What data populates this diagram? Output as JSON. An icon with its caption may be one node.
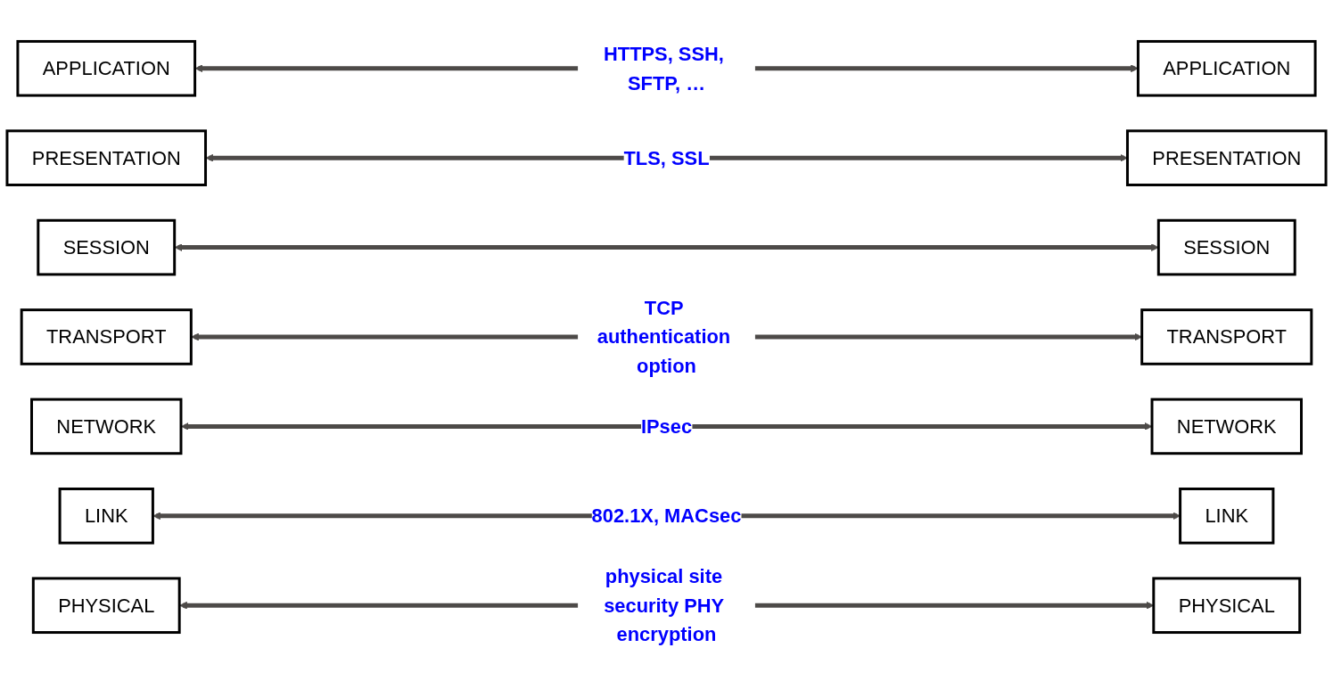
{
  "diagram": {
    "nodes": [
      {
        "text": [
          "APPLICATION"
        ]
      },
      {
        "text": [
          "PRESENTATION"
        ]
      },
      {
        "text": [
          "SESSION"
        ]
      },
      {
        "text": [
          "TRANSPORT"
        ]
      },
      {
        "text": [
          "NETWORK"
        ]
      },
      {
        "text": [
          "LINK"
        ]
      },
      {
        "text": [
          "PHYSICAL"
        ]
      },
      {
        "text": [
          "APPLICATION"
        ]
      },
      {
        "text": [
          "PRESENTATION"
        ]
      },
      {
        "text": [
          "SESSION"
        ]
      },
      {
        "text": [
          "TRANSPORT"
        ]
      },
      {
        "text": [
          "NETWORK"
        ]
      },
      {
        "text": [
          "LINK"
        ]
      },
      {
        "text": [
          "PHYSICAL"
        ]
      }
    ],
    "edges": [
      {
        "from": 0,
        "to": 7,
        "arrow": "both",
        "label": "HTTPS, SSH, SFTP, …"
      },
      {
        "from": 1,
        "to": 8,
        "arrow": "both",
        "label": "TLS, SSL"
      },
      {
        "from": 2,
        "to": 9,
        "arrow": "both"
      },
      {
        "from": 3,
        "to": 10,
        "arrow": "both",
        "label": "TCP authentication option"
      },
      {
        "from": 4,
        "to": 11,
        "arrow": "both",
        "label": "IPsec"
      },
      {
        "from": 5,
        "to": 12,
        "arrow": "both",
        "label": "802.1X, MACsec"
      },
      {
        "from": 6,
        "to": 13,
        "arrow": "both",
        "label": "physical site security PHY encryption"
      }
    ]
  }
}
